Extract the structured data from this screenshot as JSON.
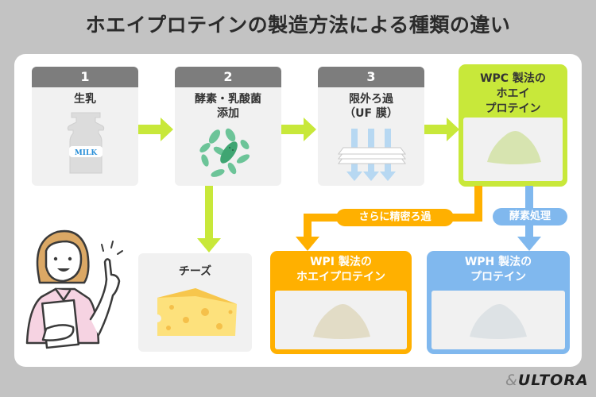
{
  "title": "ホエイプロテインの製造方法による種類の違い",
  "steps": [
    {
      "number": "1",
      "label_line1": "生乳",
      "label_line2": "",
      "icon": "milk-can-icon",
      "icon_text": "MILK"
    },
    {
      "number": "2",
      "label_line1": "酵素・乳酸菌",
      "label_line2": "添加",
      "icon": "lactic-bacteria-icon"
    },
    {
      "number": "3",
      "label_line1": "限外ろ過",
      "label_line2": "（UF 膜）",
      "icon": "filter-membrane-icon"
    }
  ],
  "wpc": {
    "line1": "WPC 製法の",
    "line2": "ホエイ",
    "line3": "プロテイン",
    "icon": "powder-icon"
  },
  "branch_labels": {
    "wpi_process": "さらに精密ろ過",
    "wph_process": "酵素処理"
  },
  "wpi": {
    "line1": "WPI 製法の",
    "line2": "ホエイプロテイン",
    "icon": "powder-icon"
  },
  "wph": {
    "line1": "WPH 製法の",
    "line2": "プロテイン",
    "icon": "powder-icon"
  },
  "byproduct": {
    "label": "チーズ",
    "icon": "cheese-icon"
  },
  "character": {
    "icon": "woman-pointing-icon"
  },
  "logo": {
    "amp": "&",
    "name": "ULTORA"
  },
  "colors": {
    "background": "#c3c3c3",
    "step_header": "#7d7d7d",
    "step_body": "#f1f1f1",
    "flow_arrow": "#c8e83a",
    "wpc": "#c8e83a",
    "wpi": "#ffb000",
    "wph": "#80b8ee"
  }
}
